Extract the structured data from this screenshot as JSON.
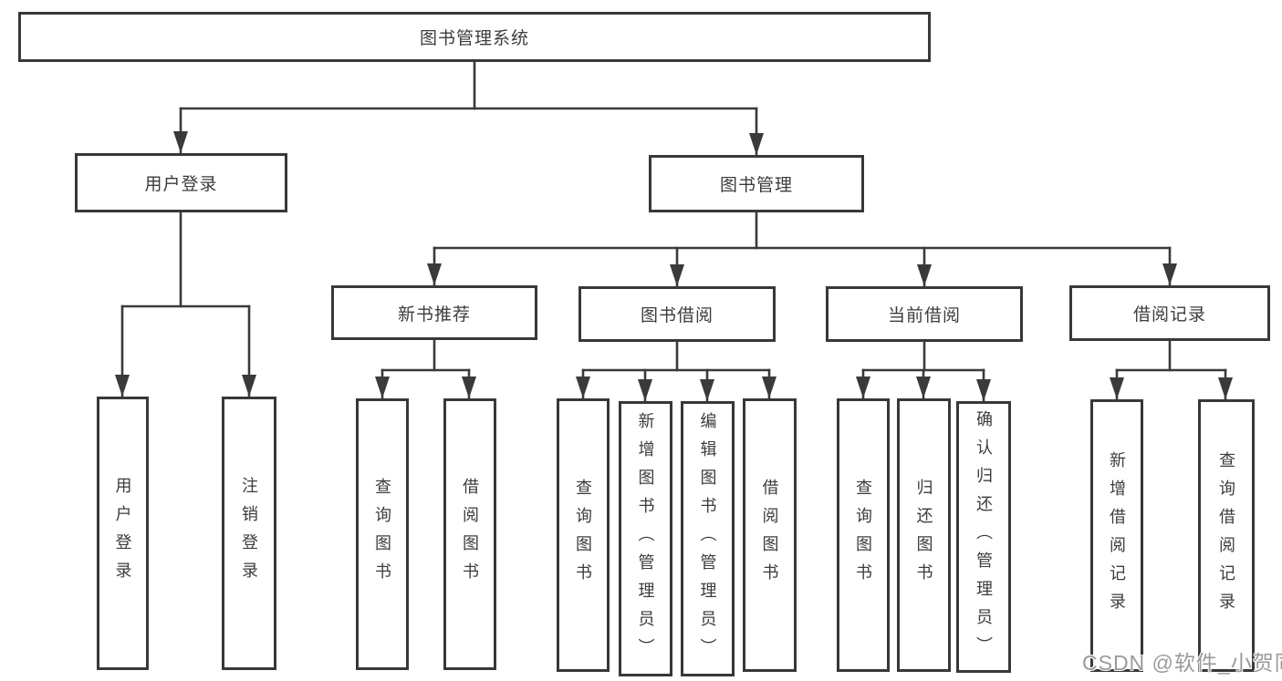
{
  "colors": {
    "line": "#3a3a3a",
    "box_border": "#383838",
    "text": "#3c3c3c",
    "watermark_text": "#9a9a9a"
  },
  "watermark": {
    "text": "CSDN @软件_小贺同学"
  },
  "tree": {
    "root": {
      "label": "图书管理系统"
    },
    "children": [
      {
        "label": "用户登录",
        "children": [
          {
            "label": "用户登录"
          },
          {
            "label": "注销登录"
          }
        ]
      },
      {
        "label": "图书管理",
        "children": [
          {
            "label": "新书推荐",
            "children": [
              {
                "label": "查询图书"
              },
              {
                "label": "借阅图书"
              }
            ]
          },
          {
            "label": "图书借阅",
            "children": [
              {
                "label": "查询图书"
              },
              {
                "label": "新增图书（管理员）"
              },
              {
                "label": "编辑图书（管理员）"
              },
              {
                "label": "借阅图书"
              }
            ]
          },
          {
            "label": "当前借阅",
            "children": [
              {
                "label": "查询图书"
              },
              {
                "label": "归还图书"
              },
              {
                "label": "确认归还（管理员）"
              }
            ]
          },
          {
            "label": "借阅记录",
            "children": [
              {
                "label": "新增借阅记录"
              },
              {
                "label": "查询借阅记录"
              }
            ]
          }
        ]
      }
    ]
  }
}
